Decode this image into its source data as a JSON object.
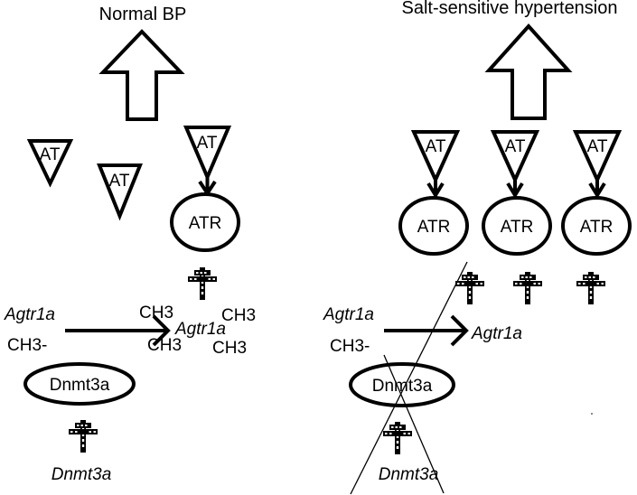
{
  "left_panel": {
    "title": "Normal BP",
    "at_label": "AT",
    "atr_label": "ATR",
    "gene_label": "Agtr1a",
    "ch3_prefix": "CH3-",
    "ch3": "CH3",
    "methylated_gene": "Agtr1a",
    "enzyme_label": "Dnmt3a",
    "enzyme_gene": "Dnmt3a"
  },
  "right_panel": {
    "title": "Salt-sensitive hypertension",
    "at_label": "AT",
    "atr_label": "ATR",
    "gene_label": "Agtr1a",
    "ch3_prefix": "CH3-",
    "expressed_gene": "Agtr1a",
    "enzyme_label": "Dnmt3a",
    "enzyme_gene": "Dnmt3a"
  },
  "icons": {
    "up_arrow": "hollow-up-arrow-icon",
    "gene_expression": "dashed-cross-arrow-icon",
    "ligand": "inverted-triangle-icon",
    "receptor": "ellipse-receptor-icon",
    "inhibition": "strike-through-line"
  },
  "colors": {
    "stroke": "#000000",
    "background": "#ffffff"
  }
}
